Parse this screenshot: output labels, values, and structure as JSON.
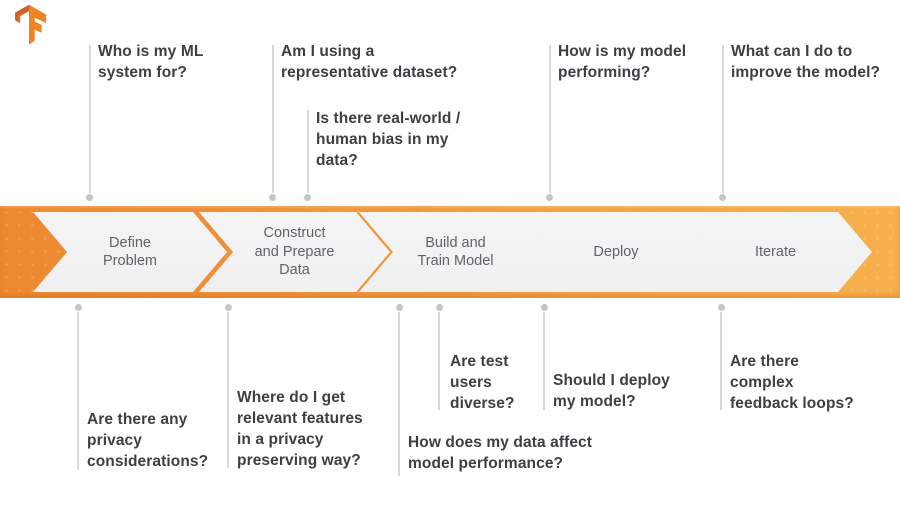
{
  "logo": {
    "name": "TensorFlow"
  },
  "colors": {
    "banner_gradient_left": "#ED8830",
    "banner_gradient_right": "#F7B04E",
    "chevron_fill": "#F2F2F3",
    "question_text": "#3C4043",
    "stage_text": "#5F6368",
    "connector_line": "#D6D9DB",
    "connector_dot": "#C3C6C9",
    "logo_dark": "#CE5F29",
    "logo_main": "#EF8425"
  },
  "banner": {
    "stages": [
      {
        "label": "Define\nProblem"
      },
      {
        "label": "Construct\nand Prepare\nData"
      },
      {
        "label": "Build and\nTrain Model"
      },
      {
        "label": "Deploy"
      },
      {
        "label": "Iterate"
      }
    ]
  },
  "top_questions": [
    {
      "text": "Who is my ML\nsystem for?"
    },
    {
      "text": "Am I using a\nrepresentative dataset?"
    },
    {
      "text": "Is there real-world /\nhuman bias in my\ndata?"
    },
    {
      "text": "How is my model\nperforming?"
    },
    {
      "text": "What can I do to\nimprove the model?"
    }
  ],
  "bottom_questions": [
    {
      "text": "Are there any\nprivacy\nconsiderations?"
    },
    {
      "text": "Where do I get\nrelevant features\nin a privacy\npreserving way?"
    },
    {
      "text": "Are test\nusers\ndiverse?"
    },
    {
      "text": "How does my data affect\nmodel performance?"
    },
    {
      "text": "Should I deploy\nmy model?"
    },
    {
      "text": "Are there\ncomplex\nfeedback loops?"
    }
  ]
}
